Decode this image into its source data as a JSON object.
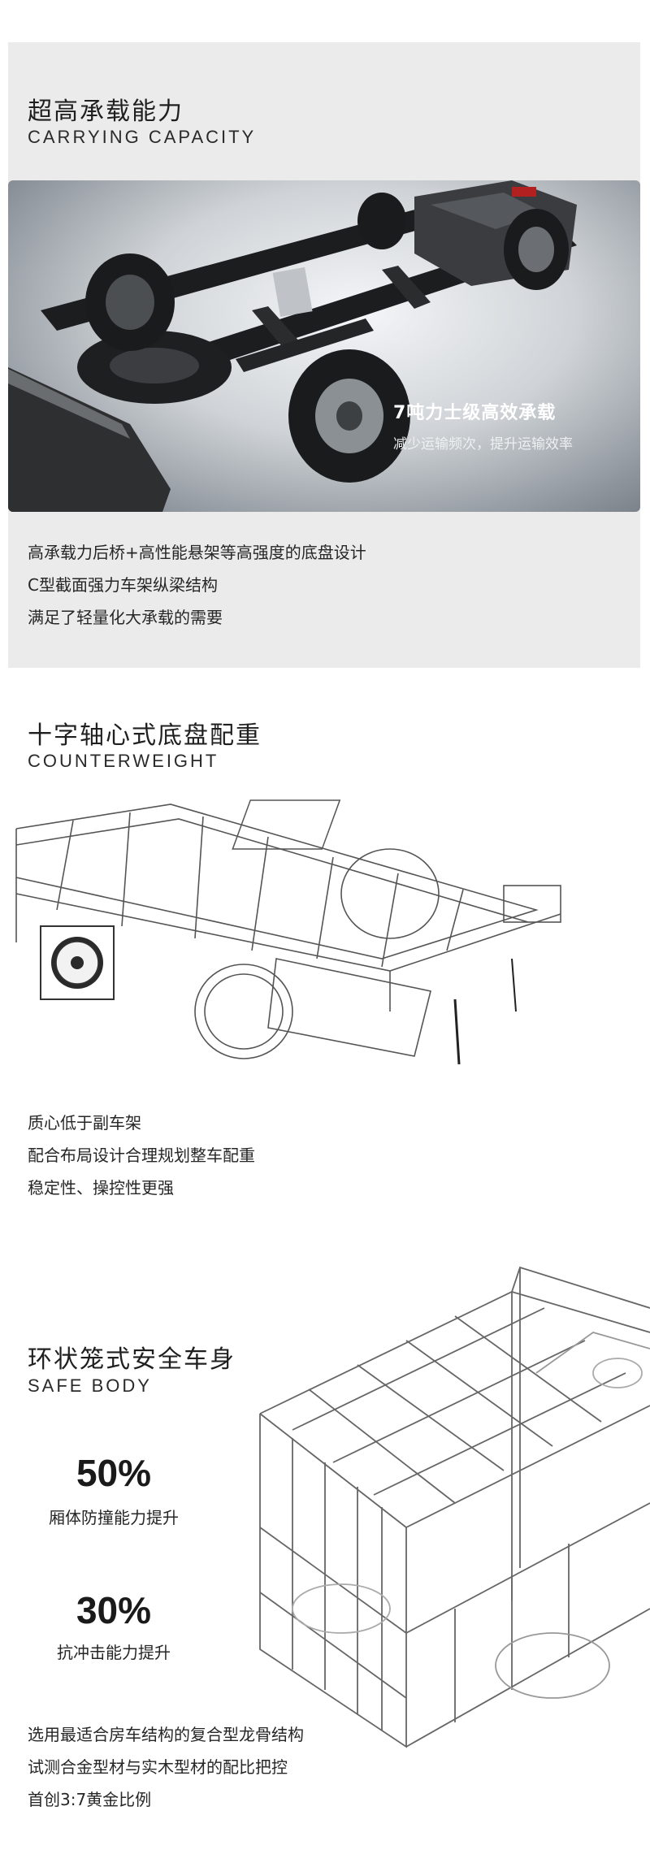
{
  "section1": {
    "title_cn": "超高承载能力",
    "title_en": "CARRYING CAPACITY",
    "caption_main": "7吨力士级高效承载",
    "caption_sub": "减少运输频次，提升运输效率",
    "lines": [
      "高承载力后桥+高性能悬架等高强度的底盘设计",
      "C型截面强力车架纵梁结构",
      "满足了轻量化大承载的需要"
    ]
  },
  "section2": {
    "title_cn": "十字轴心式底盘配重",
    "title_en": "COUNTERWEIGHT",
    "lines": [
      "质心低于副车架",
      "配合布局设计合理规划整车配重",
      "稳定性、操控性更强"
    ]
  },
  "section3": {
    "title_cn": "环状笼式安全车身",
    "title_en": "SAFE BODY",
    "stats": [
      {
        "value": "50%",
        "label": "厢体防撞能力提升"
      },
      {
        "value": "30%",
        "label": "抗冲击能力提升"
      }
    ],
    "lines": [
      "选用最适合房车结构的复合型龙骨结构",
      "试测合金型材与实木型材的配比把控",
      "首创3:7黄金比例"
    ]
  }
}
